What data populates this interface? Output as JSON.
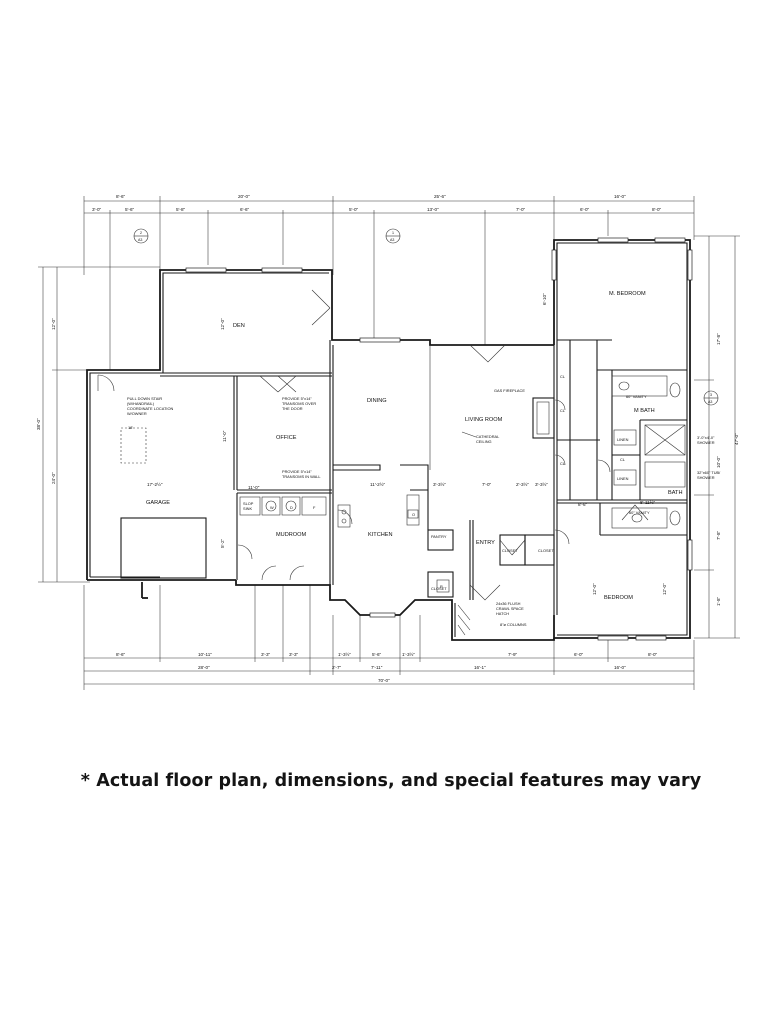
{
  "rooms": {
    "den": "DEN",
    "garage": "GARAGE",
    "office": "OFFICE",
    "dining": "DINING",
    "living_room": "LIVING ROOM",
    "kitchen": "KITCHEN",
    "mudroom": "MUDROOM",
    "pantry": "PANTRY",
    "entry": "ENTRY",
    "closet": "CLOSET",
    "m_bedroom": "M. BEDROOM",
    "m_bath": "M BATH",
    "bath": "BATH",
    "bedroom": "BEDROOM",
    "linen": "LINEN",
    "cl": "CL"
  },
  "notes": {
    "pull_down_stair": [
      "PULL DOWN STAIR",
      "(W/HANDRAIL)",
      "COORDINATE LOCATION",
      "W/OWNER"
    ],
    "transom_door": [
      "PROVIDE 5\"x14\"",
      "TRANSOMS OVER",
      "THE DOOR"
    ],
    "transom_wall": [
      "PROVIDE 5\"x14\"",
      "TRANSOMS IN WALL"
    ],
    "gas_fireplace": "GAS FIREPLACE",
    "cathedral_ceiling": [
      "CATHEDRAL",
      "CEILING"
    ],
    "vanity_60": "60\" VANITY",
    "vanity_60b": "60\" VANITY",
    "shower_a": [
      "3'-0\"x4'-0\"",
      "SHOWER"
    ],
    "tub_shower": [
      "32\"x60\" TUB/",
      "SHOWER"
    ],
    "crawl_hatch": [
      "24x36 FLUSH",
      "CRAWL SPACE",
      "HATCH"
    ],
    "columns": "8\"ø COLUMNS",
    "slop_sink": [
      "SLOP",
      "SINK"
    ],
    "washer": "W",
    "dryer": "D",
    "freezer": "F",
    "attic_stair": "18'",
    "refrigerator": "R",
    "oven": "O"
  },
  "dimensions": {
    "top_outer": [
      "8'-6\"",
      "20'-0\"",
      "25'-6\"",
      "16'-0\""
    ],
    "top_inner": [
      "3'-0\"",
      "5'-6\"",
      "5'-8\"",
      "6'-6\"",
      "5'-0\"",
      "13'-0\"",
      "7'-0\"",
      "6'-0\"",
      "8'-0\""
    ],
    "bottom_inner": [
      "8'-6\"",
      "10'-11\"",
      "3'-3\"",
      "3'-3\"",
      "1'-3½\"",
      "5'-6\"",
      "1'-3½\"",
      "7'-9\"",
      "6'-0\"",
      "8'-0\""
    ],
    "bottom_middle": [
      "28'-0\"",
      "2'-7\"",
      "7'-11\"",
      "16'-1\"",
      "16'-0\""
    ],
    "bottom_total": "70'-0\"",
    "left_outer": "38'-0\"",
    "left_inner": [
      "12'-0\"",
      "24'-0\""
    ],
    "right_outer": "47'-0\"",
    "right_inner": [
      "17'-8\"",
      "10'-0\"",
      "7'-8\"",
      "1'-8\""
    ],
    "interior": [
      "11'-0\"",
      "17'-2½\"",
      "11'-2½\"",
      "3'-3½\"",
      "7'-0\"",
      "2'-3½\"",
      "3'-3½\"",
      "8'-6\"",
      "8'-11½\"",
      "12'-0\"",
      "13'-6\"",
      "12'-0\"",
      "6'-10\"",
      "12'-0\"",
      "11'-0\"",
      "5'-2\""
    ]
  },
  "section_marks": [
    {
      "top": "2",
      "bottom": "A3"
    },
    {
      "top": "1",
      "bottom": "A3"
    },
    {
      "top": "3",
      "bottom": "A3"
    }
  ],
  "caption": "* Actual floor plan, dimensions, and special features may vary"
}
